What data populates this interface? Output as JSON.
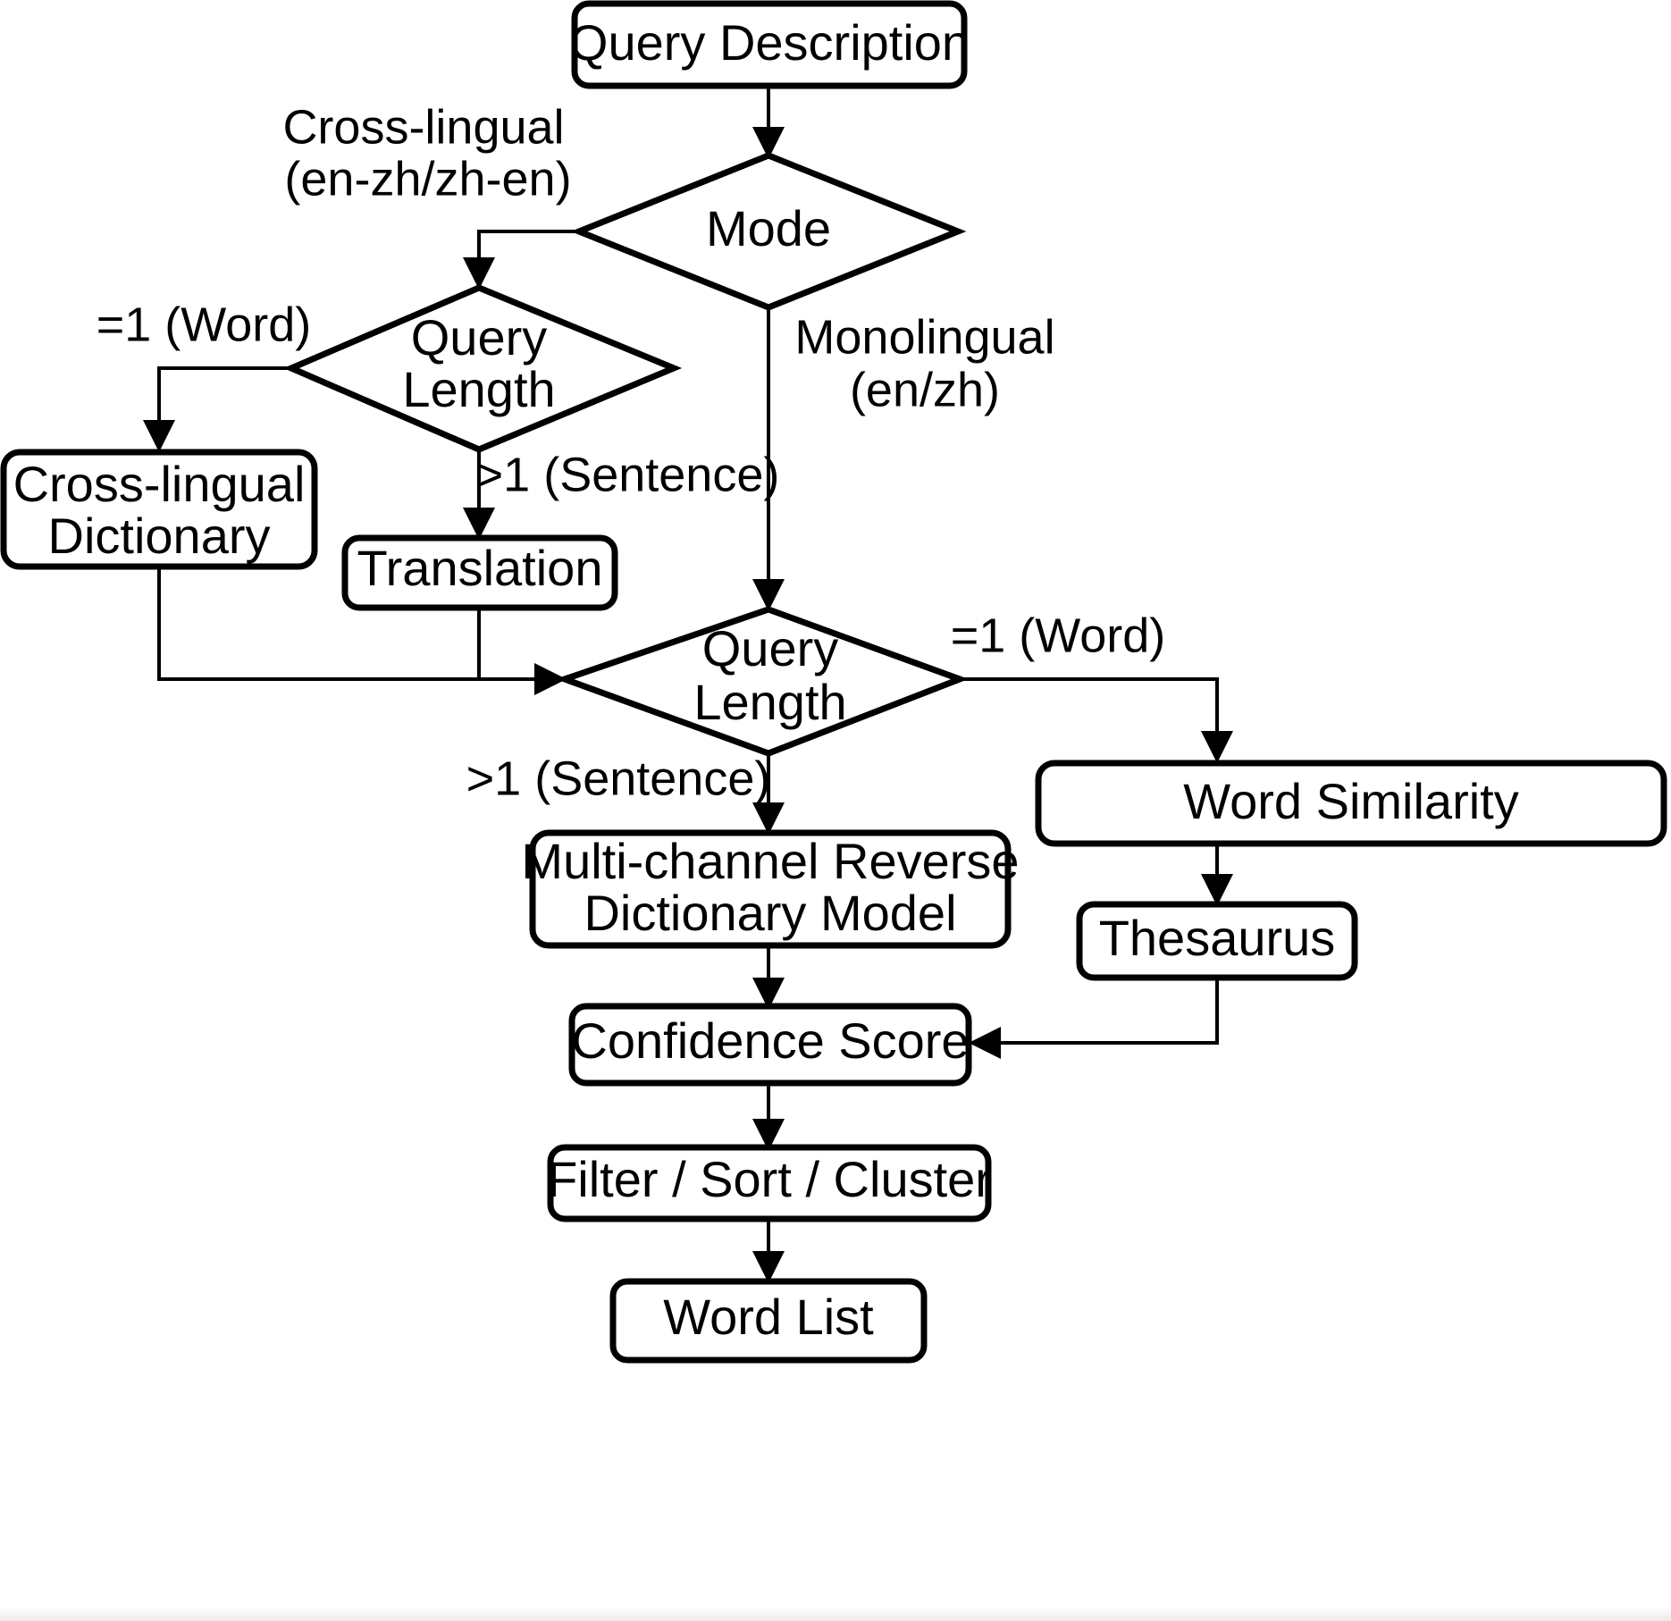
{
  "diagram": {
    "title": "Reverse Dictionary Query Processing Flowchart",
    "background_color": "#ffffff",
    "line_color": "#000000"
  },
  "nodes": {
    "query_description": "Query Description",
    "mode": "Mode",
    "query_length_1": "Query Length",
    "query_length_1_line1": "Query",
    "query_length_1_line2": "Length",
    "cross_lingual_dictionary_line1": "Cross-lingual",
    "cross_lingual_dictionary_line2": "Dictionary",
    "translation": "Translation",
    "query_length_2_line1": "Query",
    "query_length_2_line2": "Length",
    "multi_channel_line1": "Multi-channel Reverse",
    "multi_channel_line2": "Dictionary Model",
    "word_similarity": "Word Similarity",
    "thesaurus": "Thesaurus",
    "confidence_score": "Confidence Score",
    "filter_sort_cluster": "Filter / Sort / Cluster",
    "word_list": "Word List"
  },
  "edge_labels": {
    "cross_lingual_line1": "Cross-lingual",
    "cross_lingual_line2": "(en-zh/zh-en)",
    "monolingual_line1": "Monolingual",
    "monolingual_line2": "(en/zh)",
    "word_left": "=1 (Word)",
    "sentence_left": ">1 (Sentence)",
    "word_right": "=1 (Word)",
    "sentence_bottom": ">1 (Sentence)"
  },
  "flow_edges": [
    {
      "from": "query_description",
      "to": "mode",
      "label": ""
    },
    {
      "from": "mode",
      "to": "query_length_1",
      "label": "Cross-lingual (en-zh/zh-en)"
    },
    {
      "from": "mode",
      "to": "query_length_2",
      "label": "Monolingual (en/zh)"
    },
    {
      "from": "query_length_1",
      "to": "cross_lingual_dictionary",
      "label": "=1 (Word)"
    },
    {
      "from": "query_length_1",
      "to": "translation",
      "label": ">1 (Sentence)"
    },
    {
      "from": "cross_lingual_dictionary",
      "to": "query_length_2",
      "label": ""
    },
    {
      "from": "translation",
      "to": "query_length_2",
      "label": ""
    },
    {
      "from": "query_length_2",
      "to": "word_similarity",
      "label": "=1 (Word)"
    },
    {
      "from": "query_length_2",
      "to": "multi_channel_model",
      "label": ">1 (Sentence)"
    },
    {
      "from": "word_similarity",
      "to": "thesaurus",
      "label": ""
    },
    {
      "from": "thesaurus",
      "to": "confidence_score",
      "label": ""
    },
    {
      "from": "multi_channel_model",
      "to": "confidence_score",
      "label": ""
    },
    {
      "from": "confidence_score",
      "to": "filter_sort_cluster",
      "label": ""
    },
    {
      "from": "filter_sort_cluster",
      "to": "word_list",
      "label": ""
    }
  ]
}
